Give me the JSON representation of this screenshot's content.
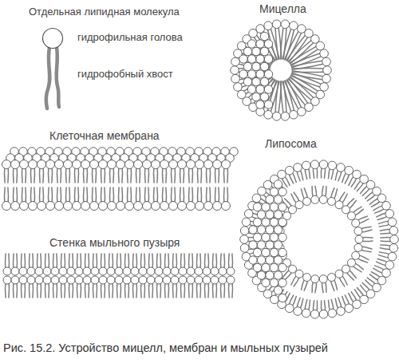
{
  "diagram": {
    "caption": "Рис. 15.2. Устройство мицелл, мембран и мыльных пузырей",
    "labels": [
      "Отдельная липидная молекула",
      "гидрофильная голова",
      "гидрофобный хвост",
      "Мицелла",
      "Клеточная мембрана",
      "Липосома",
      "Стенка мыльного пузыря"
    ]
  }
}
